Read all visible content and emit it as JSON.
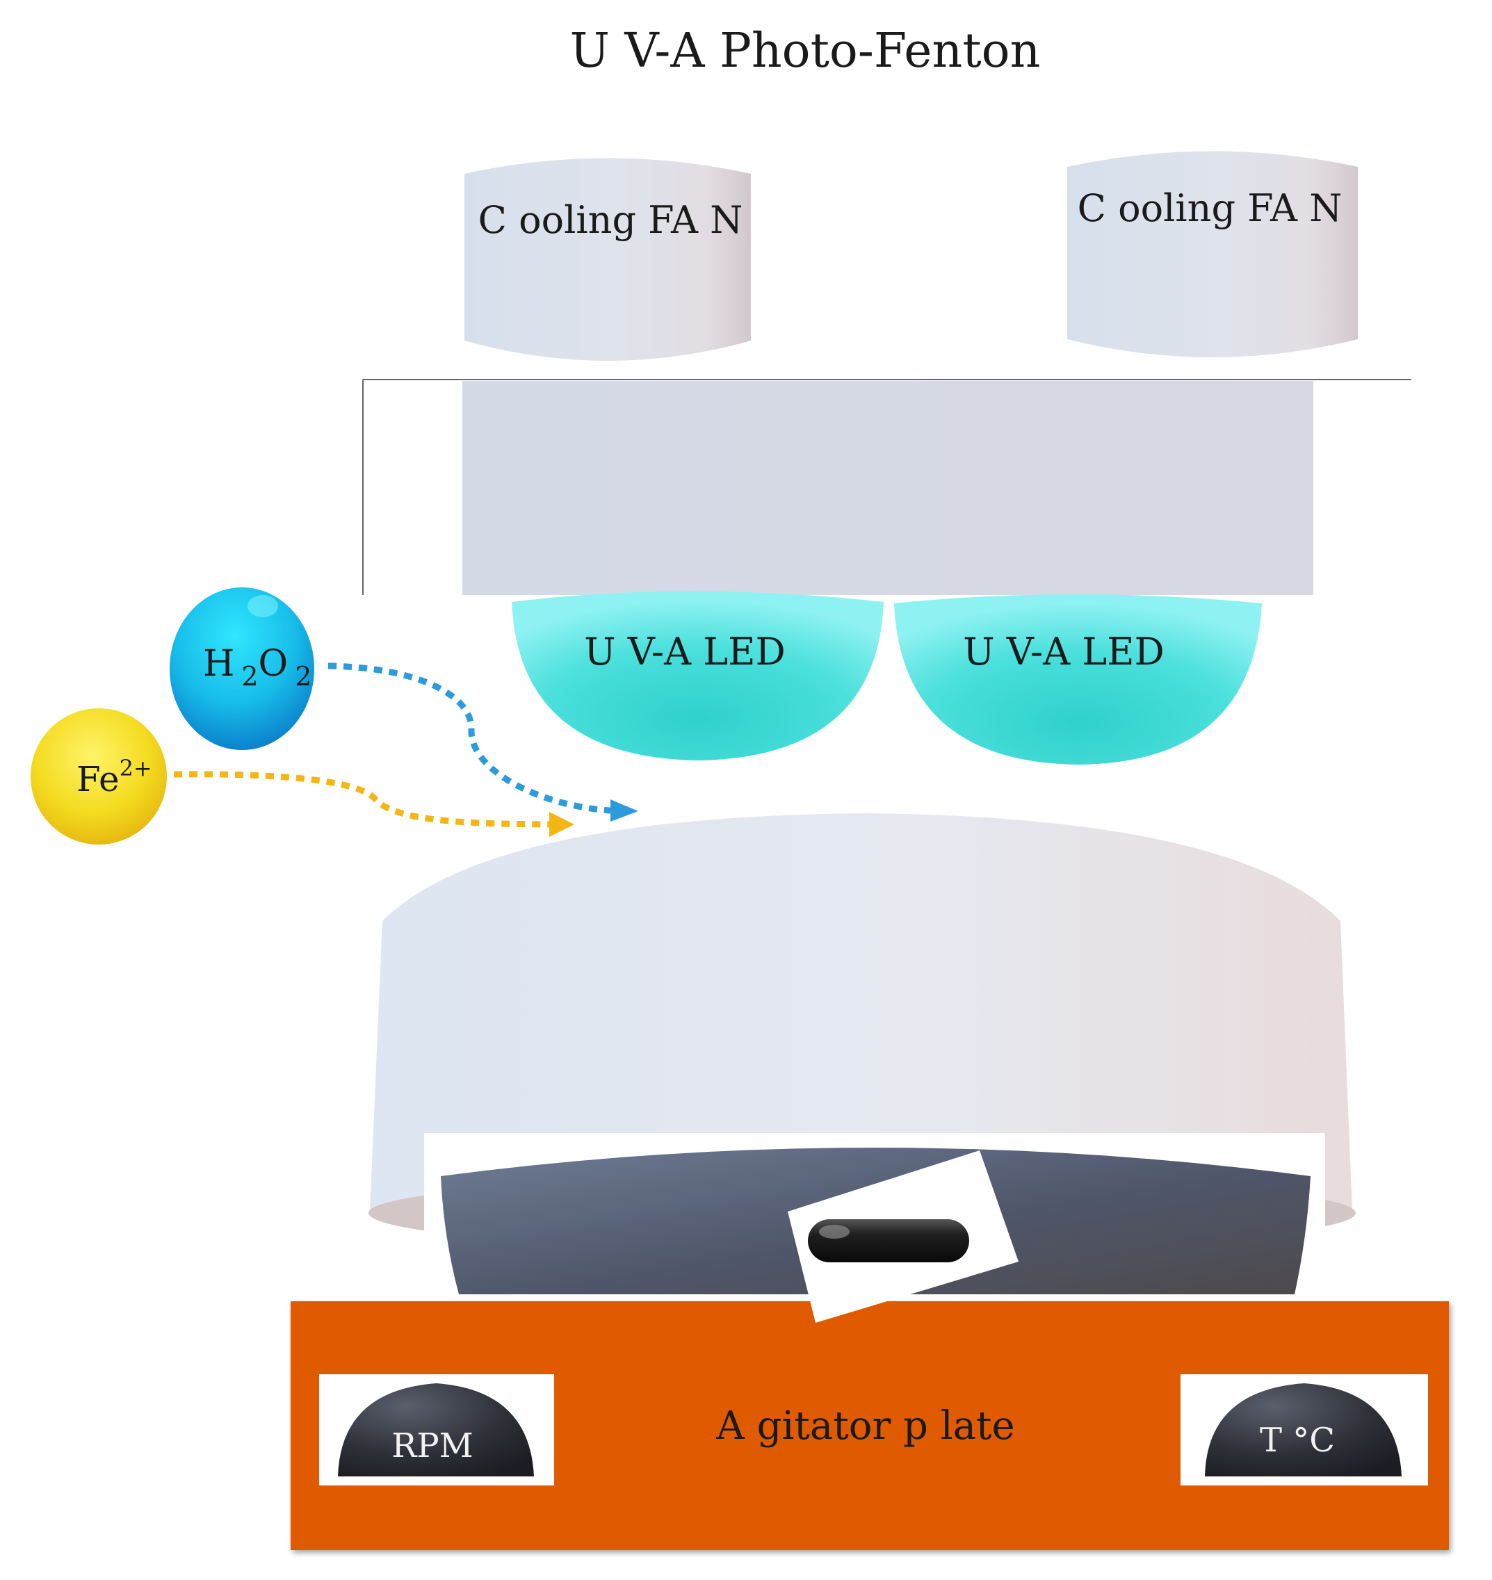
{
  "title": "U V-A  Photo-Fenton",
  "fans": [
    {
      "label": "C ooling FA N"
    },
    {
      "label": "C ooling FA N"
    }
  ],
  "leds": [
    {
      "label": "U V-A  LED"
    },
    {
      "label": "U V-A  LED"
    }
  ],
  "reagents": {
    "h2o2": {
      "main": "H",
      "sub1": "2",
      "mid": "O",
      "sub2": "2"
    },
    "fe": {
      "main": "Fe",
      "sup": "2+"
    }
  },
  "agitator": {
    "label": "A gitator p late",
    "knobs": [
      {
        "label": "RPM"
      },
      {
        "label": "T °C"
      }
    ]
  },
  "colors": {
    "agitator_plate": "#e05a00",
    "led_cyan": "#40e0e0",
    "h2o2_ball": "#19b8e8",
    "fe_ball": "#f3d21c",
    "h2o2_arrow": "#2b9bdb",
    "fe_arrow": "#f5b514",
    "knob": "#3a3d45",
    "beaker_dark": "#4d5566"
  }
}
